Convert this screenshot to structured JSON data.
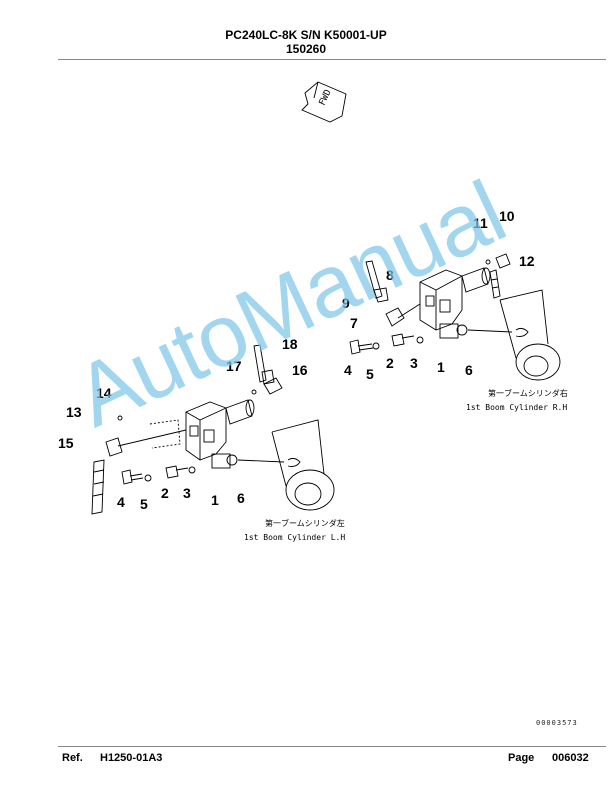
{
  "header": {
    "model": "PC240LC-8K S/N K50001-UP",
    "figure_number": "150260"
  },
  "fwd_label": "FWD",
  "callouts": [
    "1",
    "2",
    "3",
    "4",
    "5",
    "6",
    "7",
    "8",
    "9",
    "10",
    "11",
    "12",
    "13",
    "14",
    "15",
    "16",
    "17",
    "18"
  ],
  "labels": {
    "rh_jp": "第一ブームシリンダ右",
    "rh_en": "1st Boom Cylinder R.H",
    "lh_jp": "第一ブームシリンダ左",
    "lh_en": "1st Boom Cylinder L.H"
  },
  "drawing_number": "00003573",
  "footer": {
    "ref_label": "Ref.",
    "ref_value": "H1250-01A3",
    "page_label": "Page",
    "page_value": "006032"
  },
  "watermark": "AutoManual",
  "colors": {
    "watermark": "#7fc7ea",
    "line": "#000000"
  }
}
